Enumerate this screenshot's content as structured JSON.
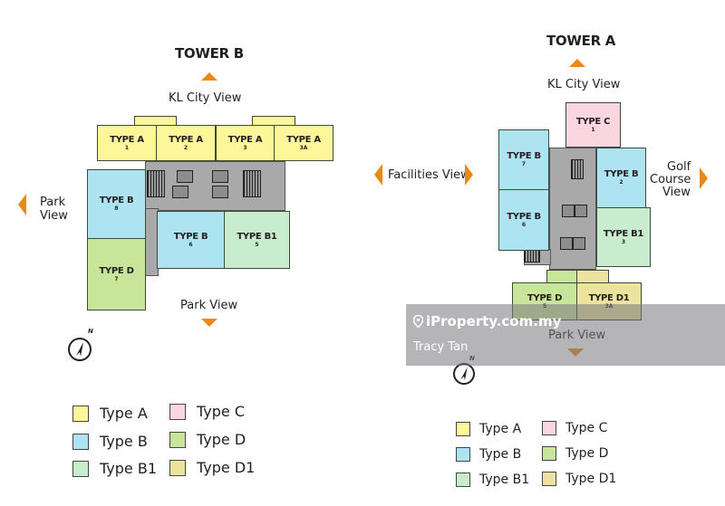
{
  "colors": {
    "type_a": "#fdf79a",
    "type_b": "#aee3f2",
    "type_b1": "#c7ecce",
    "type_c": "#f9d6e0",
    "type_d": "#c8e59a",
    "type_d1": "#ece39e",
    "arrow": "#e8891a",
    "core": "#a9a9a9"
  },
  "tower_b": {
    "title": "TOWER B",
    "views": {
      "top": "KL City View",
      "left_line1": "Park",
      "left_line2": "View",
      "bottom": "Park View"
    },
    "units": [
      {
        "type": "TYPE A",
        "number": "1"
      },
      {
        "type": "TYPE A",
        "number": "2"
      },
      {
        "type": "TYPE A",
        "number": "3"
      },
      {
        "type": "TYPE A",
        "number": "3A"
      },
      {
        "type": "TYPE B",
        "number": "8"
      },
      {
        "type": "TYPE D",
        "number": "7"
      },
      {
        "type": "TYPE B",
        "number": "6"
      },
      {
        "type": "TYPE B1",
        "number": "5"
      }
    ],
    "compass_label": "N"
  },
  "tower_a": {
    "title": "TOWER A",
    "views": {
      "top": "KL City View",
      "left": "Facilities View",
      "right_line1": "Golf",
      "right_line2": "Course",
      "right_line3": "View",
      "bottom": "Park View"
    },
    "units": [
      {
        "type": "TYPE C",
        "number": "1"
      },
      {
        "type": "TYPE B",
        "number": "7"
      },
      {
        "type": "TYPE B",
        "number": "2"
      },
      {
        "type": "TYPE B",
        "number": "6"
      },
      {
        "type": "TYPE B1",
        "number": "3"
      },
      {
        "type": "TYPE D",
        "number": "5"
      },
      {
        "type": "TYPE D1",
        "number": "3A"
      }
    ],
    "compass_label": "N"
  },
  "legend": [
    {
      "label": "Type A",
      "color": "#fdf79a"
    },
    {
      "label": "Type B",
      "color": "#aee3f2"
    },
    {
      "label": "Type B1",
      "color": "#c7ecce"
    },
    {
      "label": "Type C",
      "color": "#f9d6e0"
    },
    {
      "label": "Type D",
      "color": "#c8e59a"
    },
    {
      "label": "Type D1",
      "color": "#ece39e"
    }
  ],
  "watermark": {
    "brand": "iProperty.com.my",
    "agent": "Tracy Tan"
  }
}
